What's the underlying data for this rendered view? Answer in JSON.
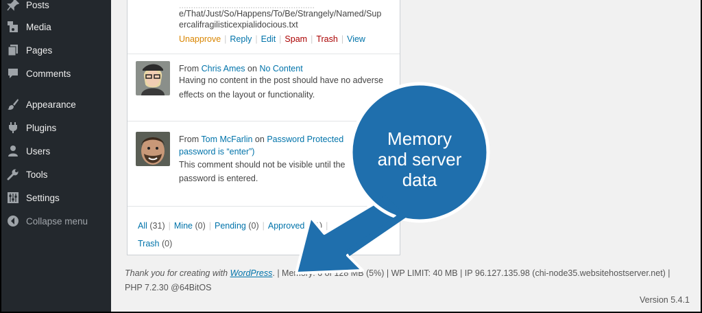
{
  "sidebar": {
    "items": [
      {
        "label": "Posts",
        "icon": "pin-icon"
      },
      {
        "label": "Media",
        "icon": "media-icon"
      },
      {
        "label": "Pages",
        "icon": "pages-icon"
      },
      {
        "label": "Comments",
        "icon": "comment-icon"
      },
      {
        "label": "Appearance",
        "icon": "brush-icon"
      },
      {
        "label": "Plugins",
        "icon": "plugin-icon"
      },
      {
        "label": "Users",
        "icon": "user-icon"
      },
      {
        "label": "Tools",
        "icon": "wrench-icon"
      },
      {
        "label": "Settings",
        "icon": "settings-icon"
      },
      {
        "label": "Collapse menu",
        "icon": "collapse-icon"
      }
    ]
  },
  "comments": {
    "first": {
      "line1": "e/That/Just/So/Happens/To/Be/Strangely/Named/Sup",
      "line2": "ercalifragilisticexpialidocious.txt",
      "actions": {
        "unapprove": "Unapprove",
        "reply": "Reply",
        "edit": "Edit",
        "spam": "Spam",
        "trash": "Trash",
        "view": "View"
      }
    },
    "second": {
      "from": "From",
      "author": "Chris Ames",
      "on": "on",
      "post": "No Content",
      "body": "Having no content in the post should have no adverse effects on the layout or functionality."
    },
    "third": {
      "from": "From",
      "author": "Tom McFarlin",
      "on": "on",
      "post": "Password Protected",
      "post_tail": "password is “enter”)",
      "body_line1": "This comment should not be visible until the",
      "body_line2": "password is entered."
    }
  },
  "filters": {
    "all": "All",
    "all_count": "(31)",
    "mine": "Mine",
    "mine_count": "(0)",
    "pending": "Pending",
    "pending_count": "(0)",
    "approved": "Approved",
    "approved_count": "(31)",
    "partial_count": "(0)",
    "trash": "Trash",
    "trash_count": "(0)"
  },
  "footer": {
    "thanks": "Thank you for creating with",
    "wordpress": "WordPress",
    "stats_line1": ". | Memory: 6 of 128 MB (5%) | WP LIMIT: 40 MB | IP 96.127.135.98 (chi-node35.websitehostserver.net) |",
    "stats_line2": "PHP 7.2.30 @64BitOS",
    "version": "Version 5.4.1"
  },
  "callout": {
    "line1": "Memory",
    "line2": "and server",
    "line3": "data",
    "color": "#1f6fad"
  }
}
